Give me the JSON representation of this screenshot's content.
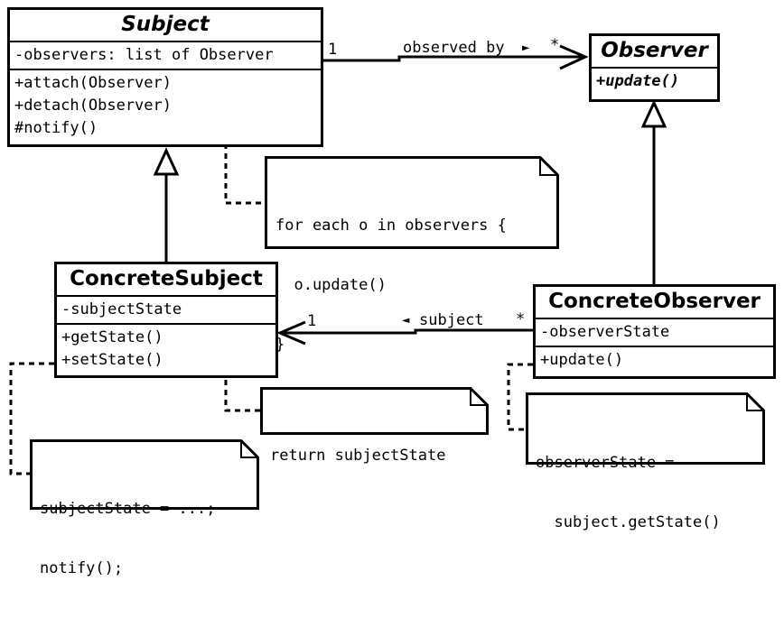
{
  "classes": {
    "subject": {
      "name": "Subject",
      "attributes": [
        "-observers: list of Observer"
      ],
      "operations": [
        "+attach(Observer)",
        "+detach(Observer)",
        "#notify()"
      ]
    },
    "observer": {
      "name": "Observer",
      "operations": [
        "+update()"
      ]
    },
    "concrete_subject": {
      "name": "ConcreteSubject",
      "attributes": [
        "-subjectState"
      ],
      "operations": [
        "+getState()",
        "+setState()"
      ]
    },
    "concrete_observer": {
      "name": "ConcreteObserver",
      "attributes": [
        "-observerState"
      ],
      "operations": [
        "+update()"
      ]
    }
  },
  "associations": {
    "observed_by": {
      "label": "observed by",
      "arrow_glyph": "►",
      "source_multiplicity": "1",
      "target_multiplicity": "*"
    },
    "subject": {
      "label": "subject",
      "arrow_glyph": "◄",
      "source_multiplicity": "*",
      "target_multiplicity": "1"
    }
  },
  "notes": {
    "notify": [
      "for each o in observers {",
      "  o.update()",
      "}"
    ],
    "get_state": [
      "return subjectState"
    ],
    "set_state": [
      "subjectState = ...;",
      "notify();"
    ],
    "update": [
      "observerState =",
      "  subject.getState()"
    ]
  }
}
